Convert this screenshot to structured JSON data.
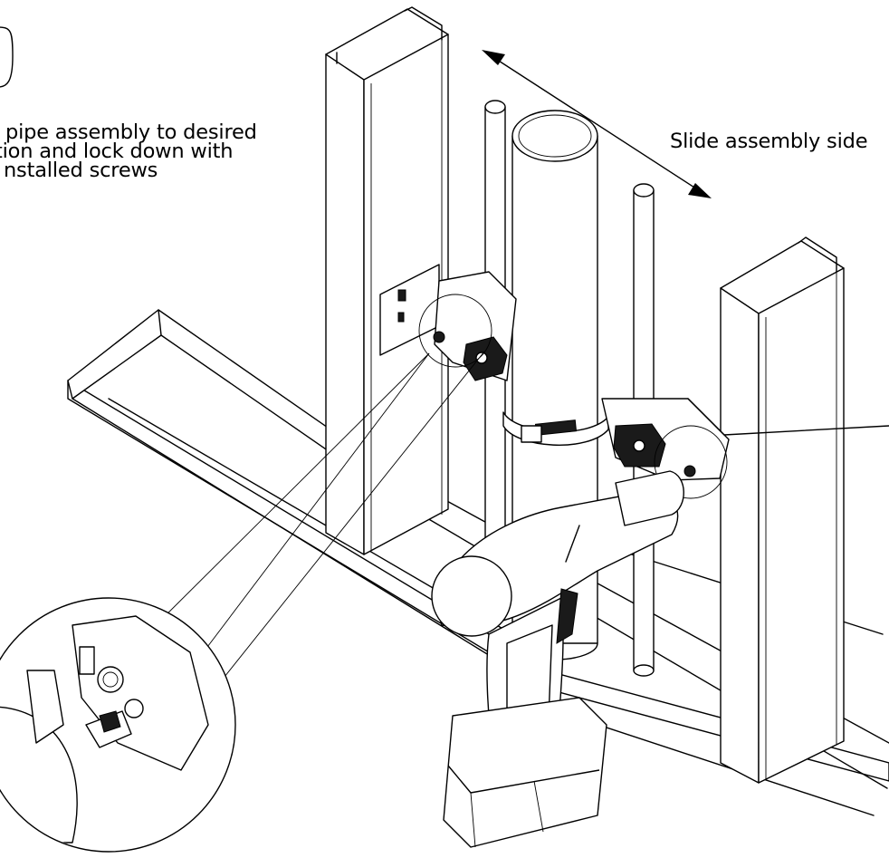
{
  "instruction": {
    "step_number": "",
    "lines": [
      "pipe assembly to desired",
      "tion and lock down with",
      "nstalled screws"
    ]
  },
  "slide_label": "Slide assembly side",
  "icons": {
    "step_circle": "step-number-circle-icon",
    "drill": "cordless-drill-icon",
    "detail_callout": "magnified-detail-icon",
    "arrow": "double-headed-arrow-icon"
  },
  "colors": {
    "line": "#000000",
    "background": "#ffffff"
  }
}
